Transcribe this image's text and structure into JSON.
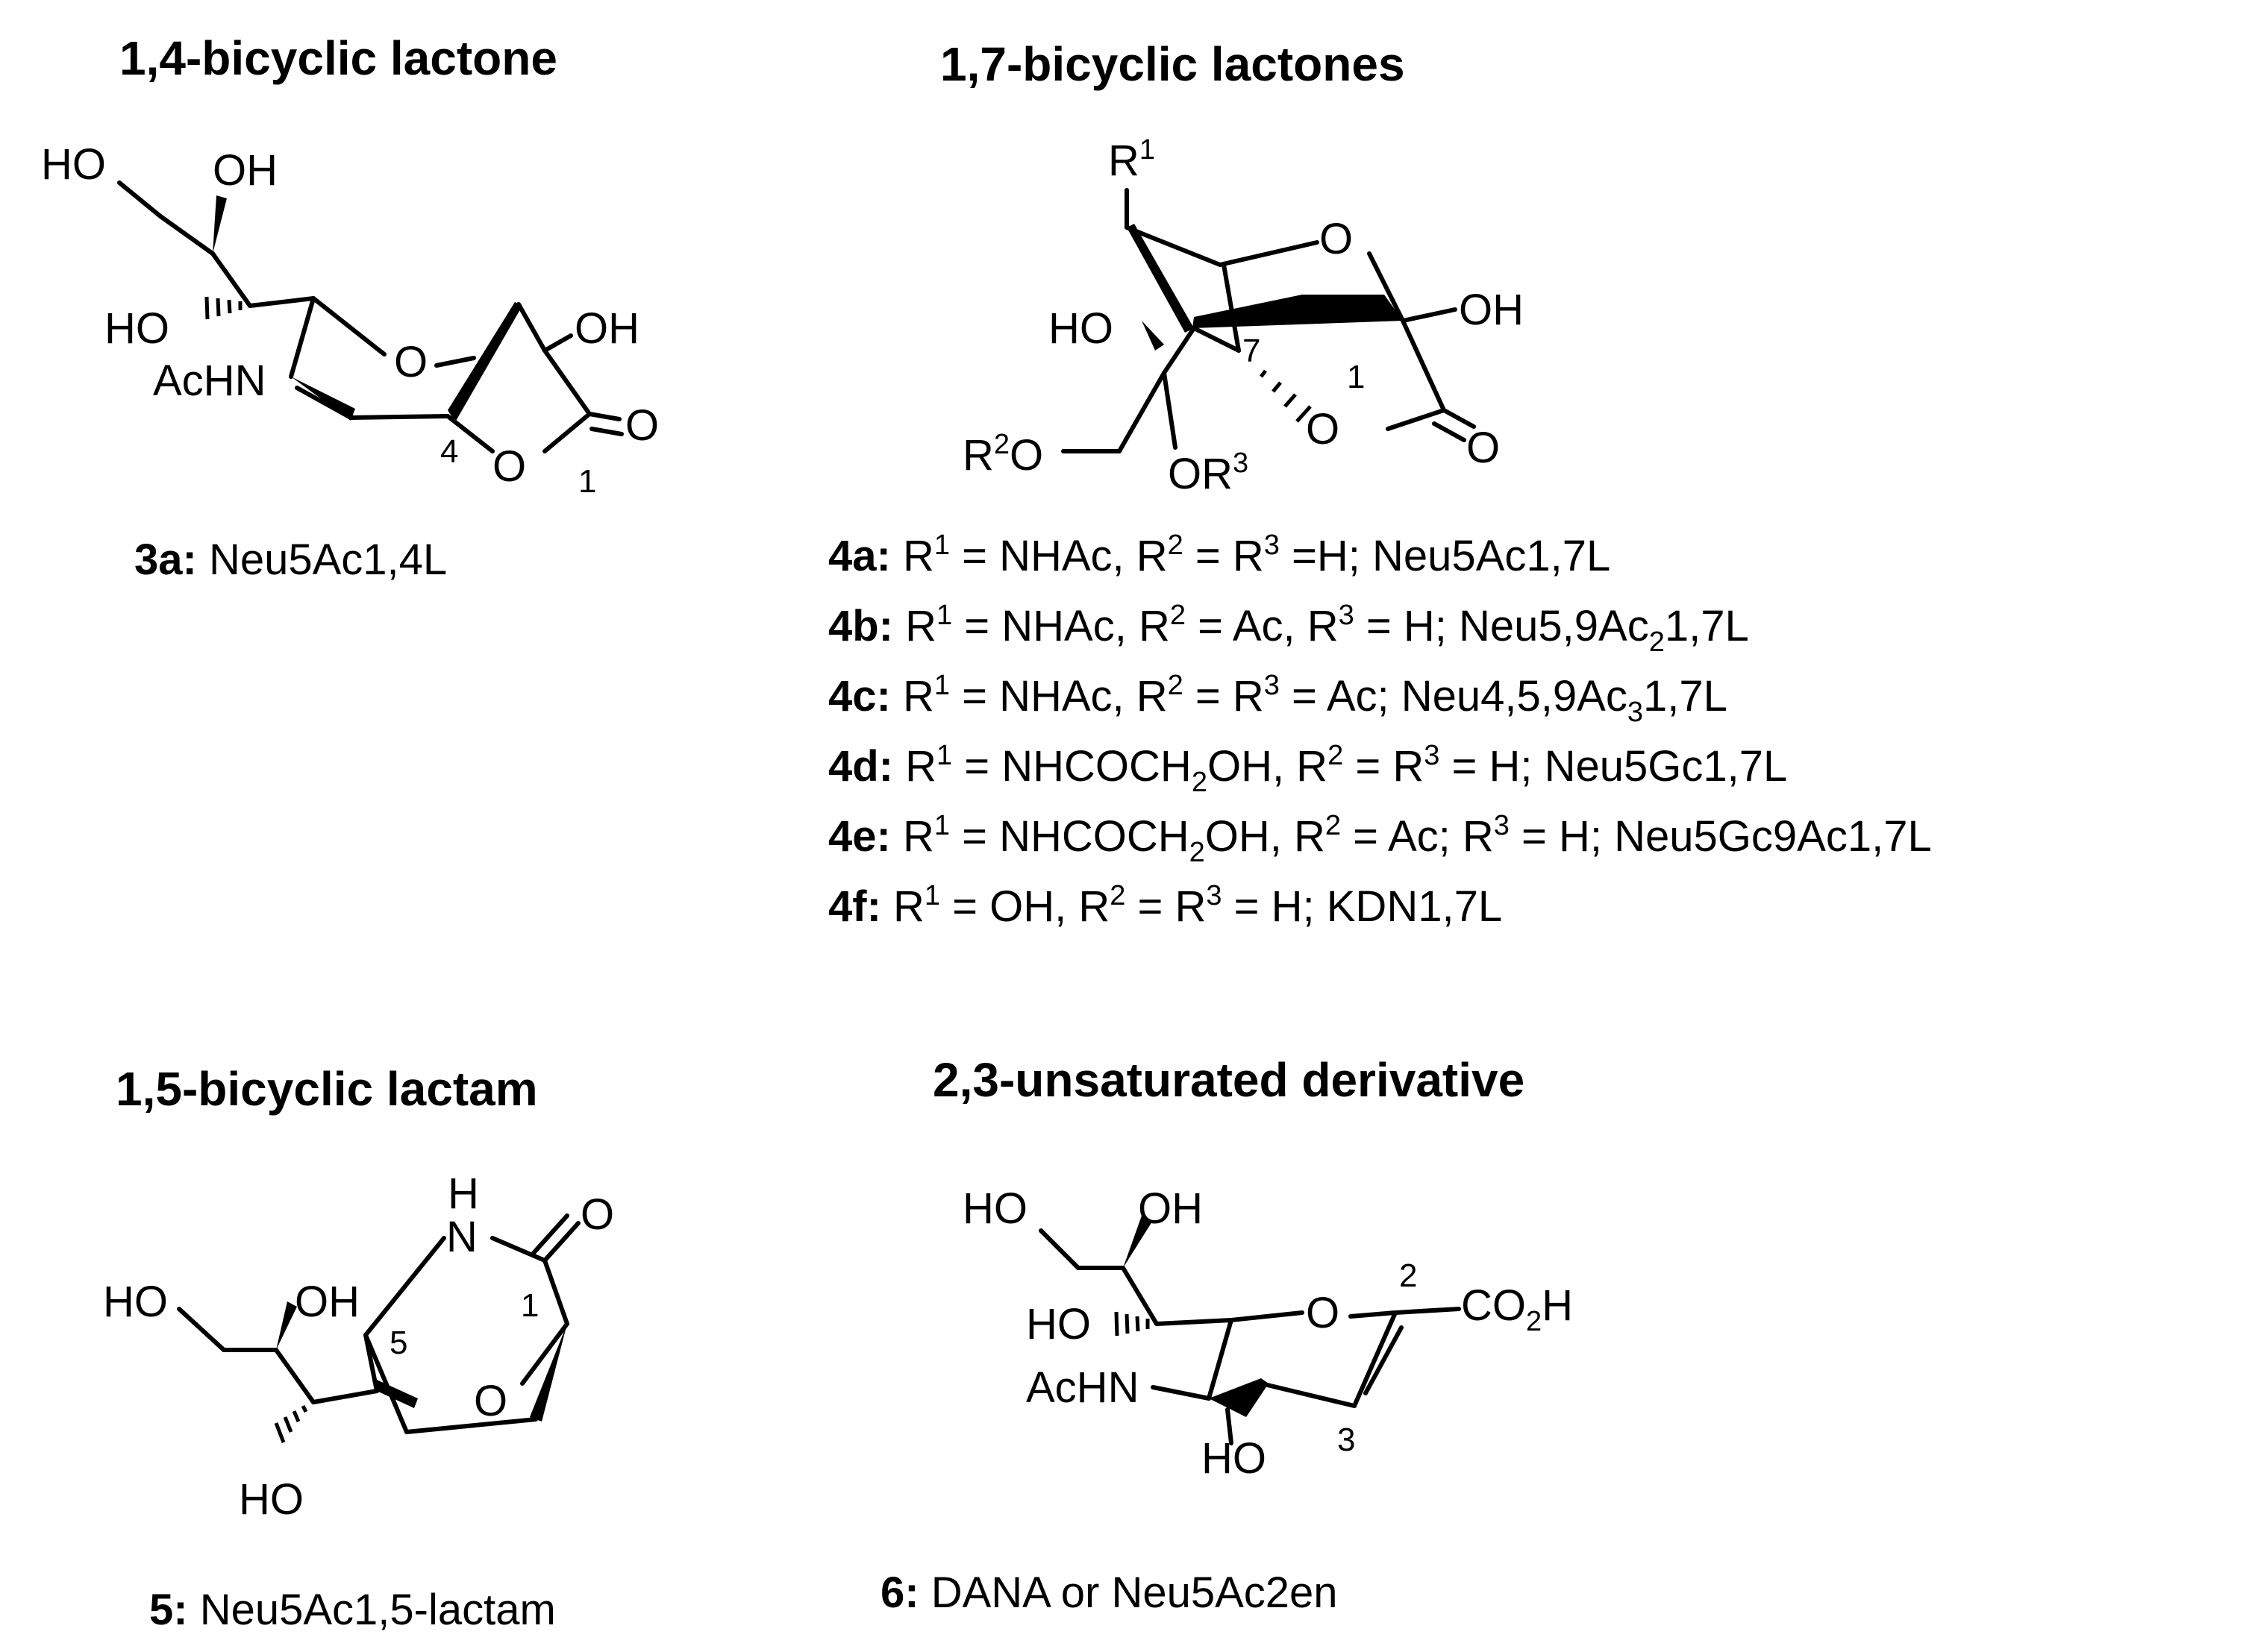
{
  "panels": {
    "lactone14": {
      "heading": "1,4-bicyclic lactone",
      "caption_id": "3a:",
      "caption_name": "Neu5Ac1,4L",
      "labels": {
        "ho_top": "HO",
        "oh_top": "OH",
        "ho_mid": "HO",
        "achn": "AcHN",
        "ring_o": "O",
        "oh_right": "OH",
        "carbonyl_o": "O",
        "lactone_o": "O",
        "pos4": "4",
        "pos1": "1"
      }
    },
    "lactones17": {
      "heading": "1,7-bicyclic lactones",
      "labels": {
        "r1": "R",
        "r1_sup": "1",
        "ring_o": "O",
        "oh_right": "OH",
        "ho_left": "HO",
        "pos7": "7",
        "pos1": "1",
        "lactone_o": "O",
        "carbonyl_o": "O",
        "r2o_r": "R",
        "r2o_sup": "2",
        "r2o_o": "O",
        "or3_o": "OR",
        "or3_sup": "3"
      },
      "compounds": [
        {
          "id": "4a:",
          "parts": [
            [
              "R",
              ""
            ],
            [
              "1",
              "sup"
            ],
            [
              " = NHAc, R",
              ""
            ],
            [
              "2",
              "sup"
            ],
            [
              " = R",
              ""
            ],
            [
              "3",
              "sup"
            ],
            [
              " =H; Neu5Ac1,7L",
              ""
            ]
          ]
        },
        {
          "id": "4b:",
          "parts": [
            [
              "R",
              ""
            ],
            [
              "1",
              "sup"
            ],
            [
              " = NHAc, R",
              ""
            ],
            [
              "2",
              "sup"
            ],
            [
              " = Ac, R",
              ""
            ],
            [
              "3",
              "sup"
            ],
            [
              " = H; Neu5,9Ac",
              ""
            ],
            [
              "2",
              "sub"
            ],
            [
              "1,7L",
              ""
            ]
          ]
        },
        {
          "id": "4c:",
          "parts": [
            [
              "R",
              ""
            ],
            [
              "1",
              "sup"
            ],
            [
              " = NHAc, R",
              ""
            ],
            [
              "2",
              "sup"
            ],
            [
              " = R",
              ""
            ],
            [
              "3",
              "sup"
            ],
            [
              " = Ac; Neu4,5,9Ac",
              ""
            ],
            [
              "3",
              "sub"
            ],
            [
              "1,7L",
              ""
            ]
          ]
        },
        {
          "id": "4d:",
          "parts": [
            [
              "R",
              ""
            ],
            [
              "1",
              "sup"
            ],
            [
              " = NHCOCH",
              ""
            ],
            [
              "2",
              "sub"
            ],
            [
              "OH, R",
              ""
            ],
            [
              "2",
              "sup"
            ],
            [
              " = R",
              ""
            ],
            [
              "3",
              "sup"
            ],
            [
              " = H; Neu5Gc1,7L",
              ""
            ]
          ]
        },
        {
          "id": "4e:",
          "parts": [
            [
              "R",
              ""
            ],
            [
              "1",
              "sup"
            ],
            [
              " = NHCOCH",
              ""
            ],
            [
              "2",
              "sub"
            ],
            [
              "OH, R",
              ""
            ],
            [
              "2",
              "sup"
            ],
            [
              " = Ac; R",
              ""
            ],
            [
              "3",
              "sup"
            ],
            [
              " = H; Neu5Gc9Ac1,7L",
              ""
            ]
          ]
        },
        {
          "id": "4f:",
          "parts": [
            [
              "R",
              ""
            ],
            [
              "1",
              "sup"
            ],
            [
              " = OH, R",
              ""
            ],
            [
              "2",
              "sup"
            ],
            [
              " = R",
              ""
            ],
            [
              "3",
              "sup"
            ],
            [
              " = H; KDN1,7L",
              ""
            ]
          ]
        }
      ]
    },
    "lactam15": {
      "heading": "1,5-bicyclic lactam",
      "caption_id": "5:",
      "caption_name": "Neu5Ac1,5-lactam",
      "labels": {
        "h": "H",
        "n": "N",
        "carbonyl_o": "O",
        "ho_top": "HO",
        "oh_top": "OH",
        "pos5": "5",
        "pos1": "1",
        "ring_o": "O",
        "ho_bottom": "HO"
      }
    },
    "unsat23": {
      "heading": "2,3-unsaturated derivative",
      "caption_id": "6:",
      "caption_name": "DANA or Neu5Ac2en",
      "labels": {
        "ho_top": "HO",
        "oh_top": "OH",
        "ho_mid": "HO",
        "achn": "AcHN",
        "ring_o": "O",
        "pos2": "2",
        "co2h_a": "CO",
        "co2h_sub": "2",
        "co2h_b": "H",
        "ho_bottom": "HO",
        "pos3": "3"
      }
    }
  }
}
